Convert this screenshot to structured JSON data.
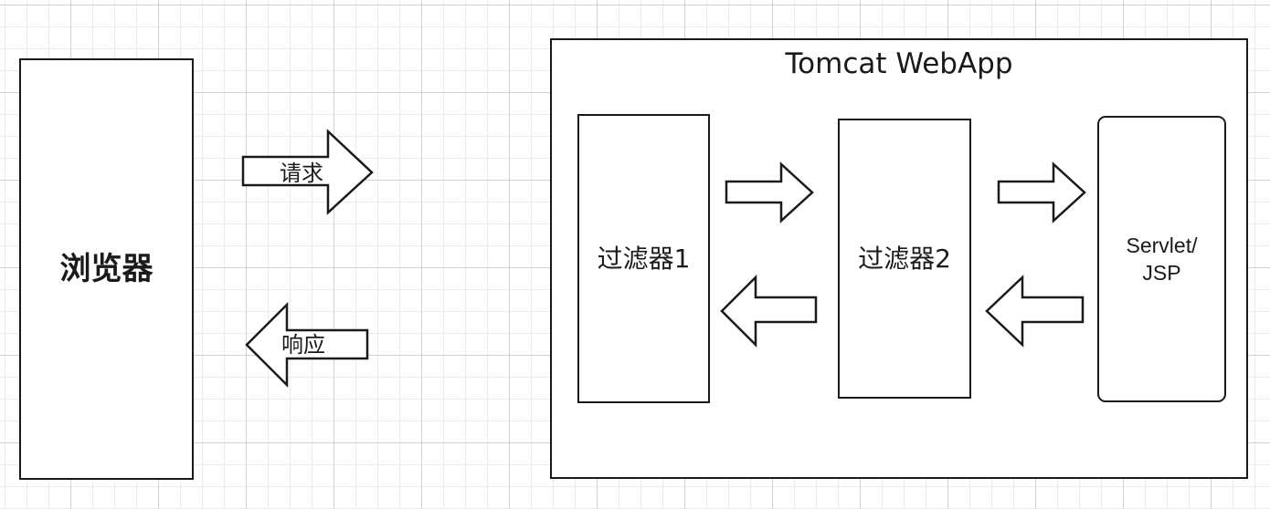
{
  "diagram": {
    "browser": {
      "label": "浏览器"
    },
    "webapp": {
      "title": "Tomcat WebApp"
    },
    "filter1": {
      "label": "过滤器1"
    },
    "filter2": {
      "label": "过滤器2"
    },
    "servlet": {
      "label": "Servlet/\nJSP"
    },
    "request_arrow": {
      "label": "请求",
      "direction": "right"
    },
    "response_arrow": {
      "label": "响应",
      "direction": "left"
    },
    "internal_arrows": [
      {
        "from": "过滤器1",
        "to": "过滤器2",
        "direction": "right"
      },
      {
        "from": "过滤器2",
        "to": "Servlet/JSP",
        "direction": "right"
      },
      {
        "from": "过滤器2",
        "to": "过滤器1",
        "direction": "left"
      },
      {
        "from": "Servlet/JSP",
        "to": "过滤器2",
        "direction": "left"
      }
    ]
  }
}
